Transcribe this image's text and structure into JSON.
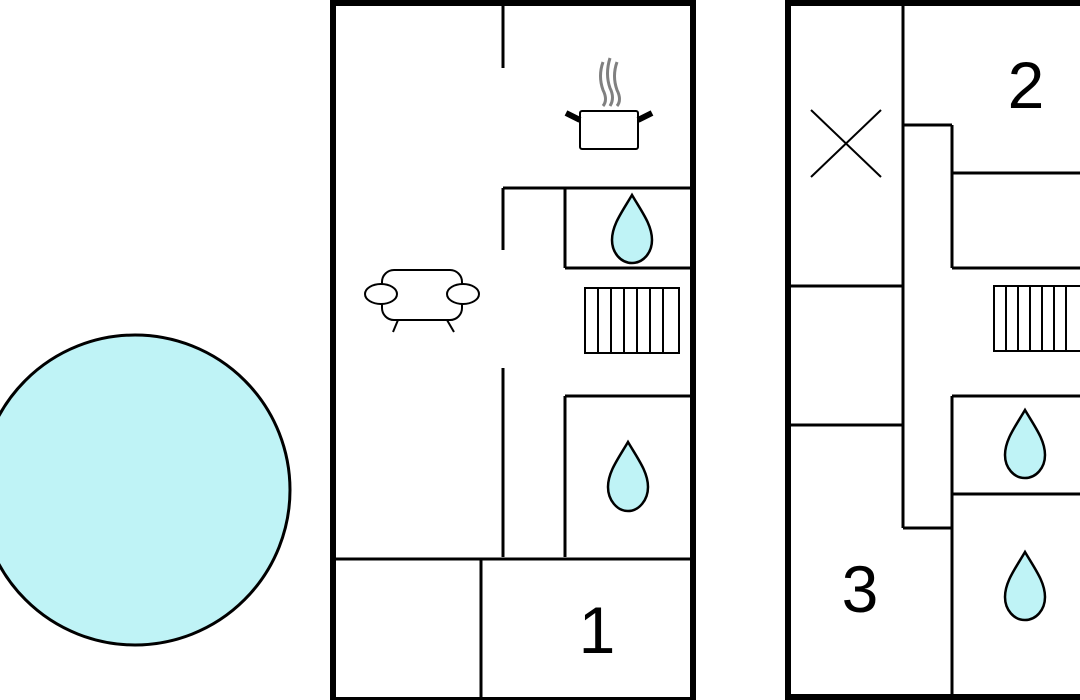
{
  "colors": {
    "water": "#bff3f6",
    "line": "#000000",
    "background": "#ffffff",
    "steam": "#808080"
  },
  "pool": {
    "icon": "pool"
  },
  "ground_floor": {
    "room_number": "1",
    "icons": [
      "cooking-pot-icon",
      "sofa-icon",
      "water-drop-icon",
      "water-drop-icon",
      "staircase-icon"
    ]
  },
  "upper_floor": {
    "room_numbers": [
      "2",
      "3"
    ],
    "icons": [
      "cross-mark-icon",
      "water-drop-icon",
      "water-drop-icon",
      "staircase-icon"
    ]
  }
}
